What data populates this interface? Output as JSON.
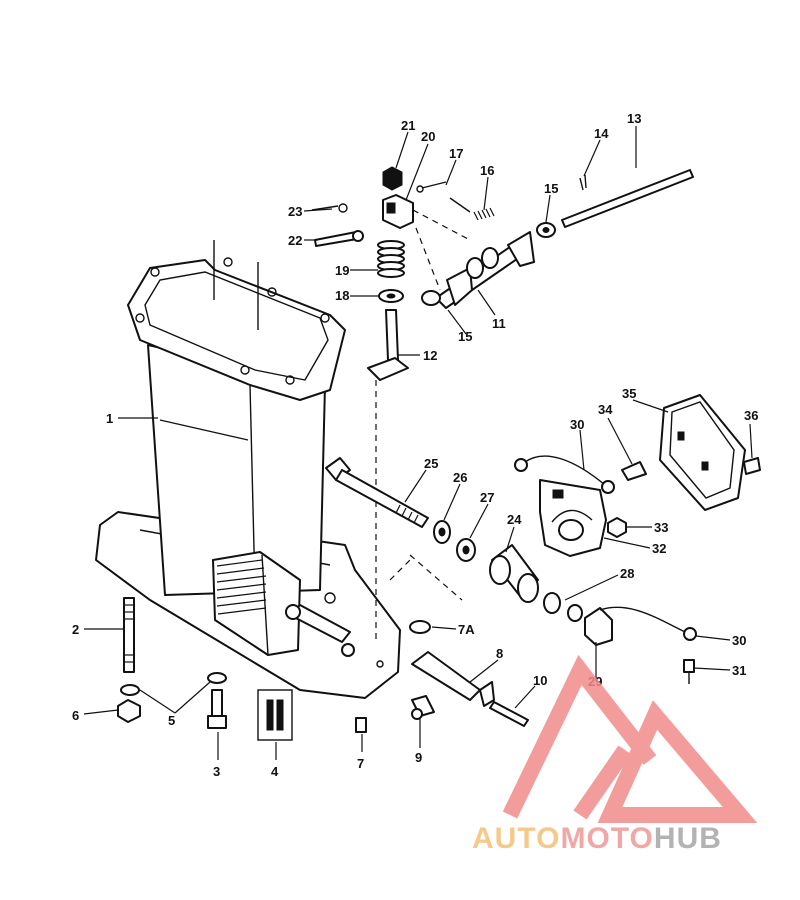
{
  "labels": {
    "l1": "1",
    "l2": "2",
    "l3": "3",
    "l4": "4",
    "l5": "5",
    "l6": "6",
    "l7": "7",
    "l7a": "7A",
    "l8": "8",
    "l9": "9",
    "l10": "10",
    "l11": "11",
    "l12": "12",
    "l13": "13",
    "l14": "14",
    "l15a": "15",
    "l15b": "15",
    "l16": "16",
    "l17": "17",
    "l18": "18",
    "l19": "19",
    "l20": "20",
    "l21": "21",
    "l22": "22",
    "l23": "23",
    "l24": "24",
    "l25": "25",
    "l26": "26",
    "l27": "27",
    "l28": "28",
    "l29": "29",
    "l30a": "30",
    "l30b": "30",
    "l31": "31",
    "l32": "32",
    "l33": "33",
    "l34": "34",
    "l35": "35",
    "l36": "36"
  },
  "watermark": {
    "auto": "AUTO",
    "moto": "MOTO",
    "hub": "HUB",
    "colors": {
      "auto": "#f6c98a",
      "moto": "#f2a7a7",
      "hub": "#b3b3b3",
      "logo": "#f28b8b"
    }
  }
}
